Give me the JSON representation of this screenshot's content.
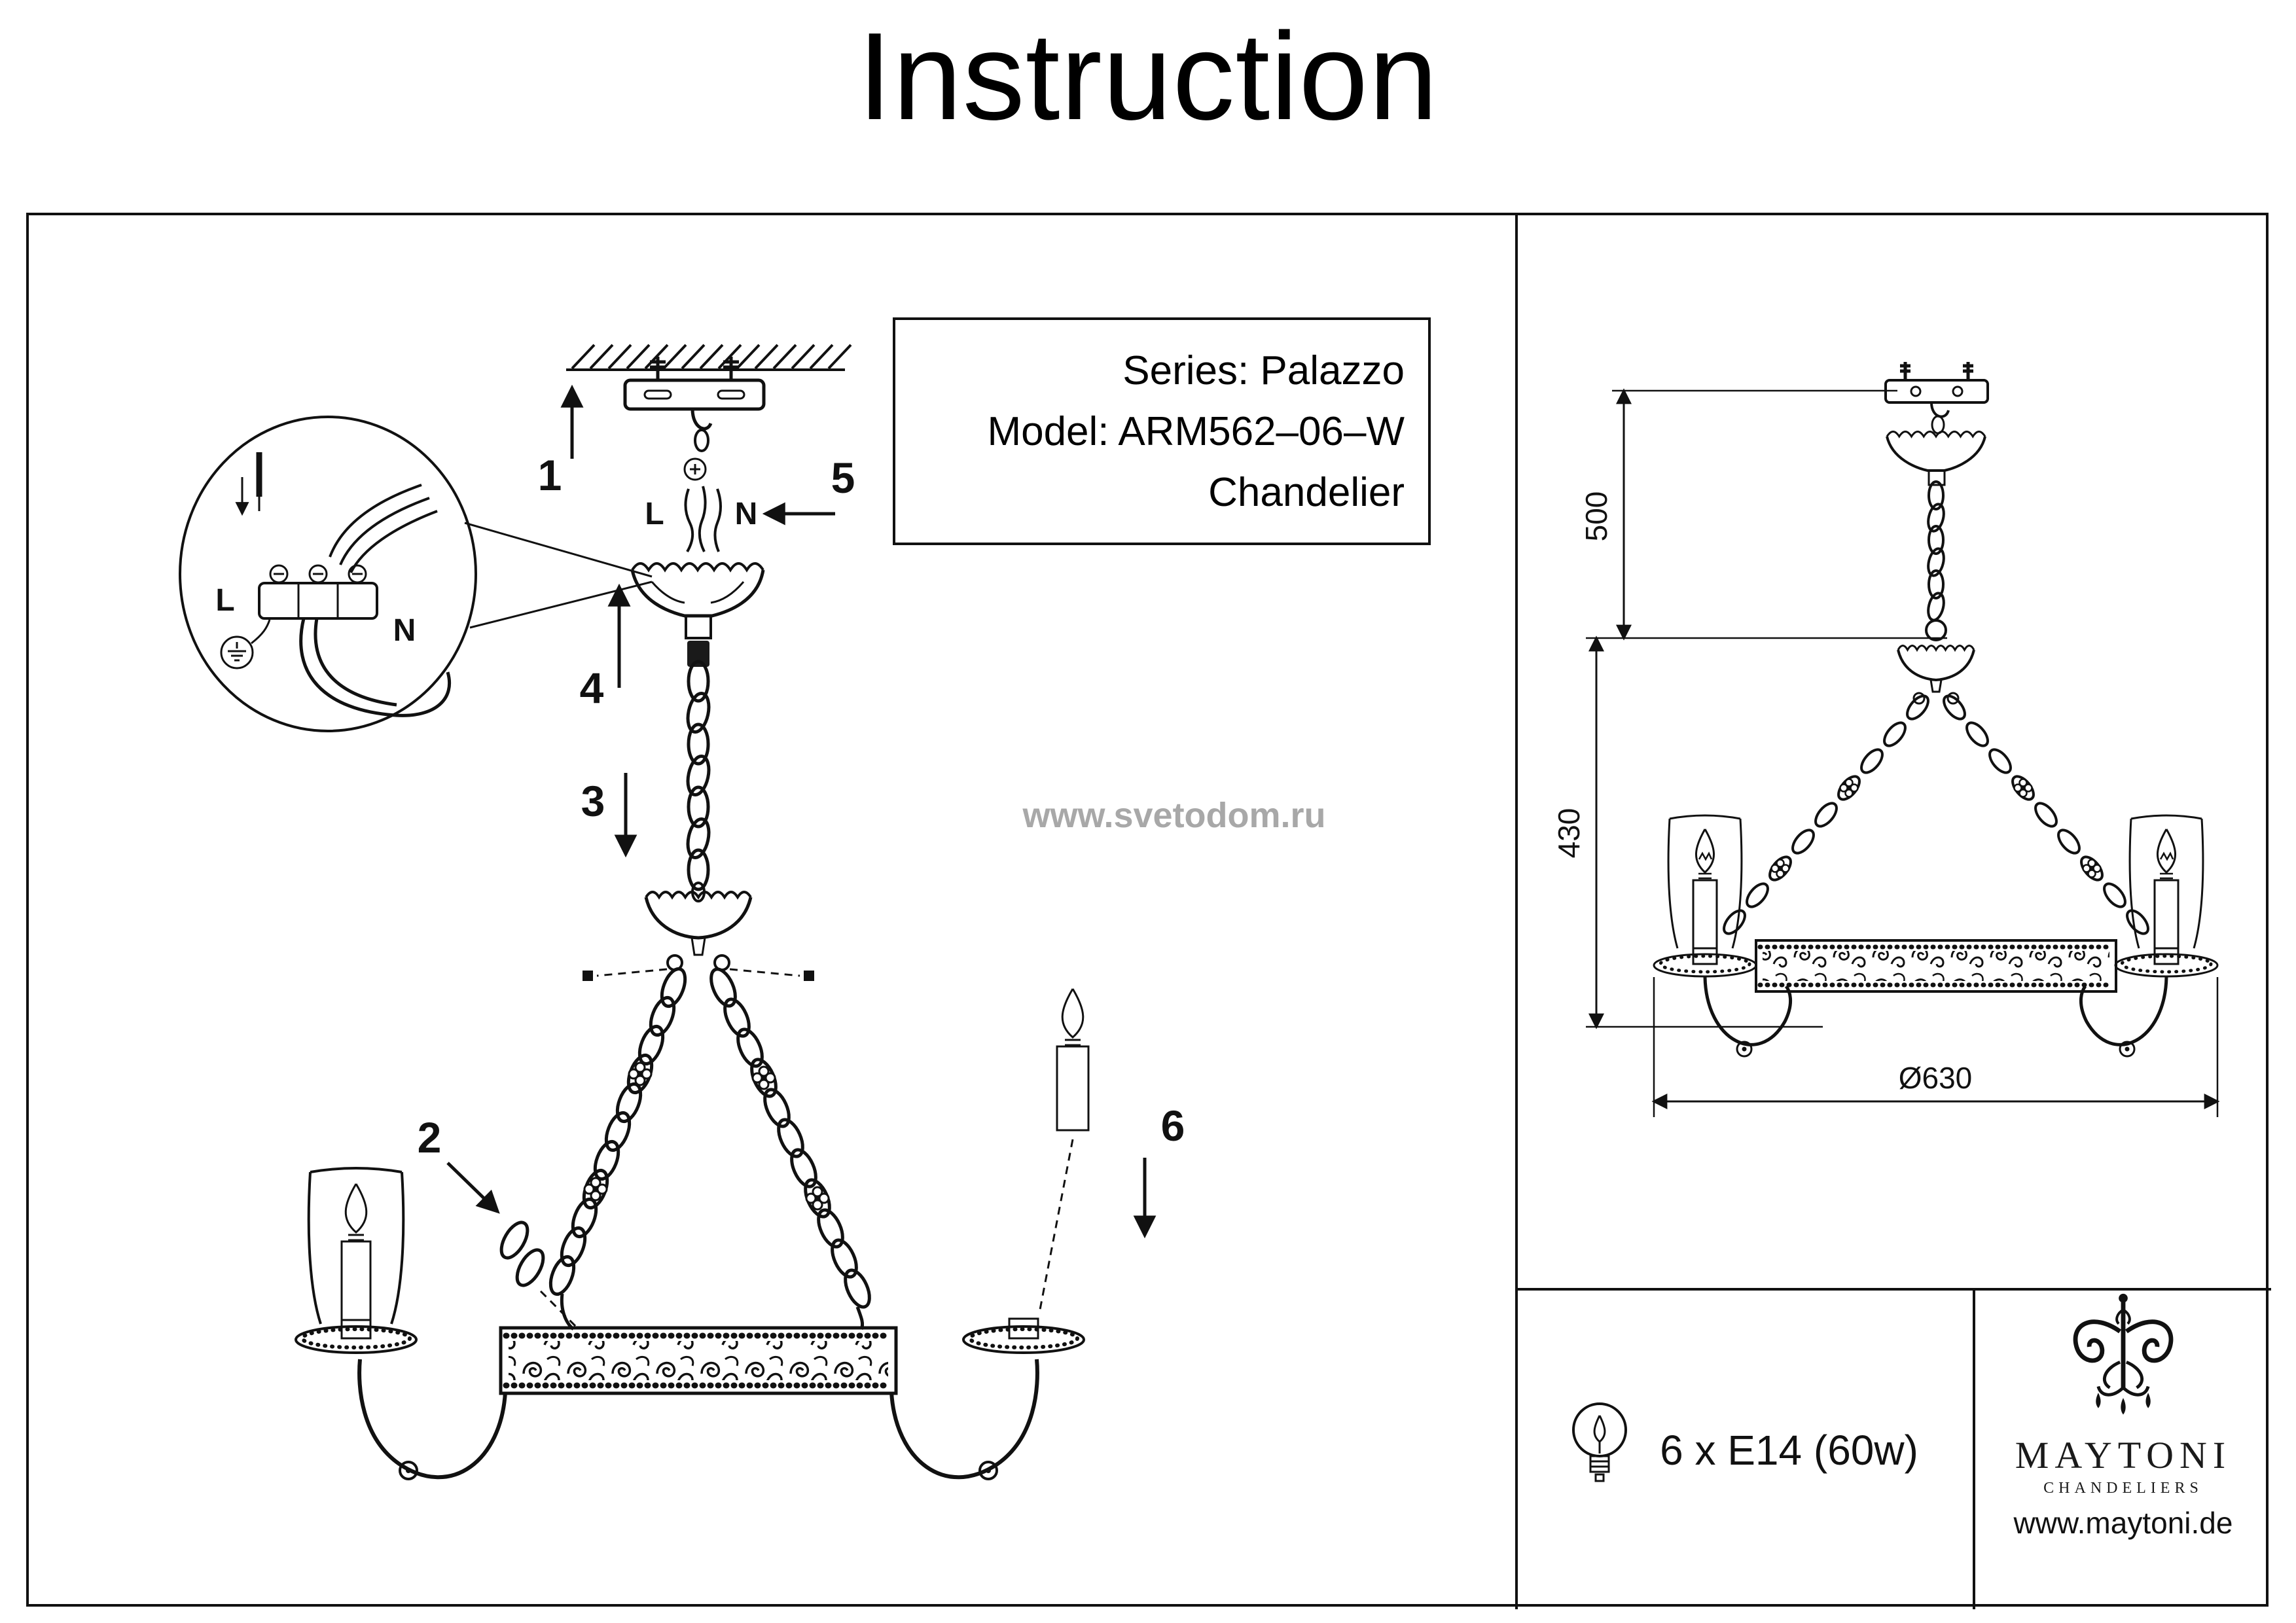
{
  "title": "Instruction",
  "info_box": {
    "series": "Series: Palazzo",
    "model": "Model: ARM562–06–W",
    "type": "Chandelier"
  },
  "watermark": "www.svetodom.ru",
  "assembly_steps": {
    "step1": "1",
    "step2": "2",
    "step3": "3",
    "step4": "4",
    "step5": "5",
    "step6": "6"
  },
  "wiring": {
    "live": "L",
    "neutral": "N"
  },
  "dimensions": {
    "drop_top": "500",
    "drop_body": "430",
    "diameter": "Ø630"
  },
  "spec": {
    "lamps": "6 x E14 (60w)"
  },
  "brand": {
    "name": "MAYTONI",
    "tagline": "CHANDELIERS",
    "website": "www.maytoni.de"
  }
}
